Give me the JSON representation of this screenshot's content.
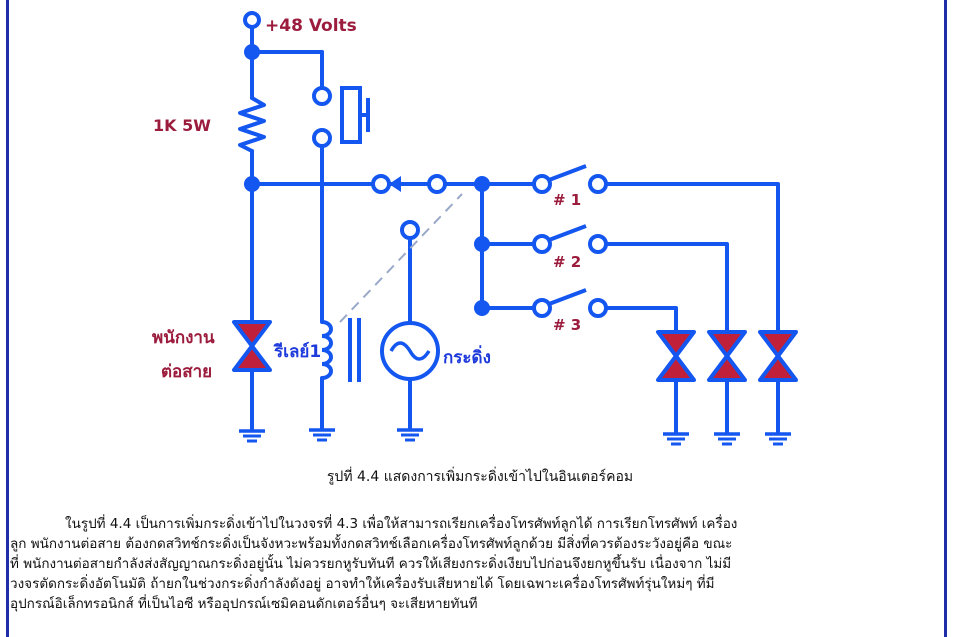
{
  "diagram": {
    "supply_label": "+48 Volts",
    "resistor_label": "1K 5W",
    "operator_label_1": "พนักงาน",
    "operator_label_2": "ต่อสาย",
    "relay_label": "รีเลย์1",
    "ringer_label": "กระดิ่ง",
    "switch1_label": "# 1",
    "switch2_label": "# 2",
    "switch3_label": "# 3",
    "colors": {
      "wire": "#1457f0",
      "label_blue": "#1f3bdc",
      "label_red": "#9b1c3c",
      "diode_fill": "#c0203a",
      "dashed_link": "#9aa9c9",
      "frame": "#1f2ea8"
    }
  },
  "caption": "รูปที่ 4.4 แสดงการเพิ่มกระดิ่งเข้าไปในอินเตอร์คอม",
  "paragraph": [
    "ในรูปที่ 4.4 เป็นการเพิ่มกระดิ่งเข้าไปในวงจรที่ 4.3 เพื่อให้สามารถเรียกเครื่องโทรศัพท์ลูกได้ การเรียกโทรศัพท์ เครื่อง",
    "ลูก พนักงานต่อสาย ต้องกดสวิทช์กระดิ่งเป็นจังหวะพร้อมทั้งกดสวิทช์เลือกเครื่องโทรศัพท์ลูกด้วย มีสิ่งที่ควรต้องระวังอยู่คือ ขณะ",
    "ที่ พนักงานต่อสายกำลังส่งสัญญาณกระดิ่งอยู่นั้น ไม่ควรยกหูรับทันที ควรให้เสียงกระดิ่งเงียบไปก่อนจึงยกหูขึ้นรับ เนื่องจาก ไม่มี",
    "วงจรตัดกระดิ่งอัตโนมัติ ถ้ายกในช่วงกระดิ่งกำลังดังอยู่ อาจทำให้เครื่องรับเสียหายได้ โดยเฉพาะเครื่องโทรศัพท์รุ่นใหม่ๆ ที่มี",
    "อุปกรณ์อิเล็กทรอนิกส์ ที่เป็นไอซี หรืออุปกรณ์เซมิคอนดักเตอร์อื่นๆ จะเสียหายทันที"
  ]
}
